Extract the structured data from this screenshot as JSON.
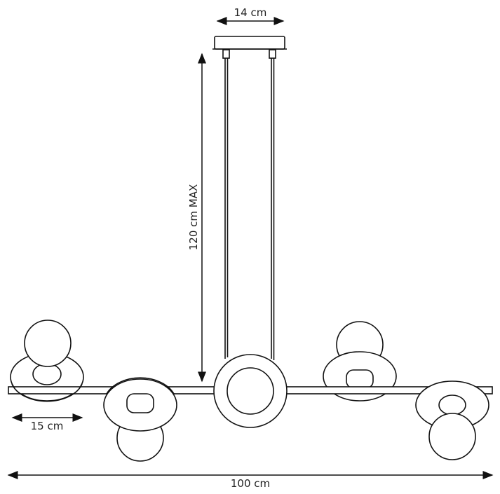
{
  "diagram": {
    "dimensions": {
      "canopy_width": "14 cm",
      "max_height": "120 cm MAX",
      "shade_width": "15 cm",
      "total_width": "100 cm"
    },
    "colors": {
      "line": "#111111",
      "background": "#ffffff"
    }
  }
}
